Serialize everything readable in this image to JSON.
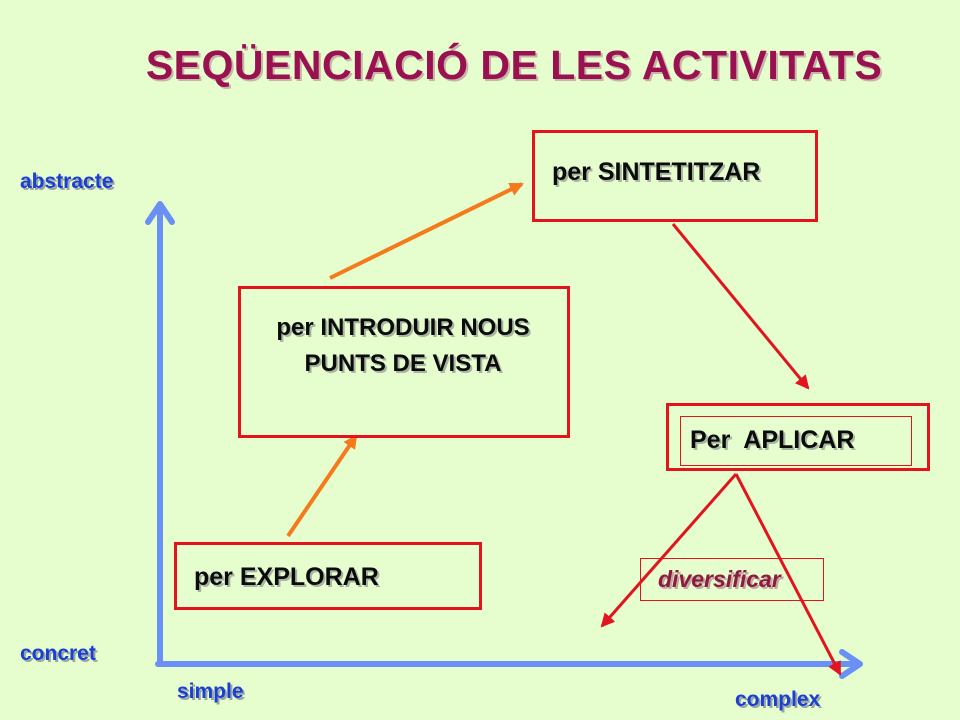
{
  "title": "SEQÜENCIACIÓ DE LES ACTIVITATS",
  "axes": {
    "y_top": "abstracte",
    "y_bottom": "concret",
    "x_left": "simple",
    "x_right": "complex"
  },
  "boxes": {
    "explorar": "per EXPLORAR",
    "introduir": "per INTRODUIR NOUS PUNTS DE VISTA",
    "sintetitzar": "per SINTETITZAR",
    "aplicar": "Per  APLICAR"
  },
  "branch_label": "diversificar",
  "colors": {
    "background": "#e6fdcd",
    "title": "#991150",
    "axis": "#6a8ff7",
    "box_border": "#e2141e",
    "orange_arrow": "#f47a1c",
    "red_arrow": "#e2141e",
    "axis_label": "#1a3fd4",
    "branch_label": "#8e1a3e"
  }
}
